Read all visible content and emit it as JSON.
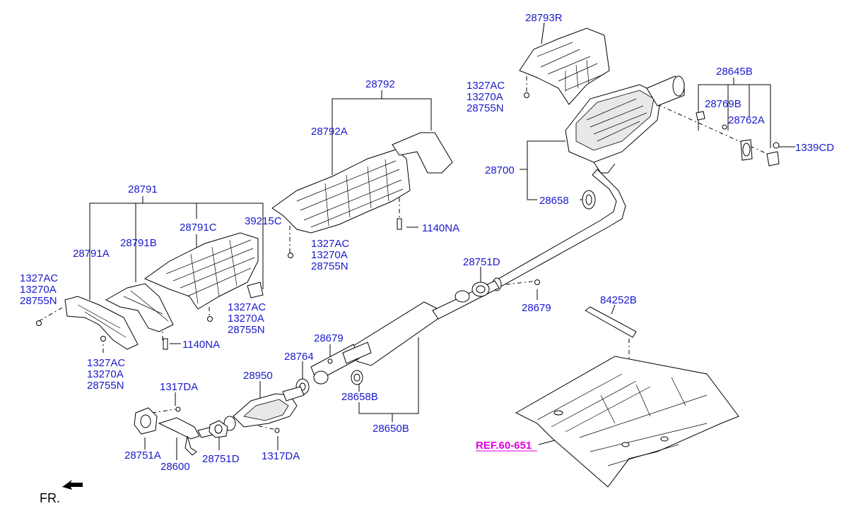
{
  "labels": {
    "l28793R": "28793R",
    "l1327AC_top": "1327AC",
    "l13270A_top": "13270A",
    "l28755N_top": "28755N",
    "l28645B": "28645B",
    "l28769B": "28769B",
    "l28762A": "28762A",
    "l1339CD": "1339CD",
    "l28792": "28792",
    "l28792A": "28792A",
    "l28700": "28700",
    "l28658": "28658",
    "l28791": "28791",
    "l28791C": "28791C",
    "l39215C": "39215C",
    "l1140NA_r": "1140NA",
    "l28791A": "28791A",
    "l28791B": "28791B",
    "l1327AC_mid": "1327AC",
    "l13270A_mid": "13270A",
    "l28755N_mid": "28755N",
    "l1327AC_left": "1327AC",
    "l13270A_left": "13270A",
    "l28755N_left": "28755N",
    "l1327AC_c": "1327AC",
    "l13270A_c": "13270A",
    "l28755N_c": "28755N",
    "l28751D_r": "28751D",
    "l28679_r": "28679",
    "l84252B": "84252B",
    "l1140NA_l": "1140NA",
    "l1327AC_b": "1327AC",
    "l13270A_b": "13270A",
    "l28755N_b": "28755N",
    "l28679_c": "28679",
    "l28764": "28764",
    "l28950": "28950",
    "l1317DA_t": "1317DA",
    "l28658B": "28658B",
    "l28650B": "28650B",
    "l28751A": "28751A",
    "l28600": "28600",
    "l28751D_b": "28751D",
    "l1317DA_b": "1317DA",
    "ref": "REF.60-651",
    "fr": "FR."
  }
}
